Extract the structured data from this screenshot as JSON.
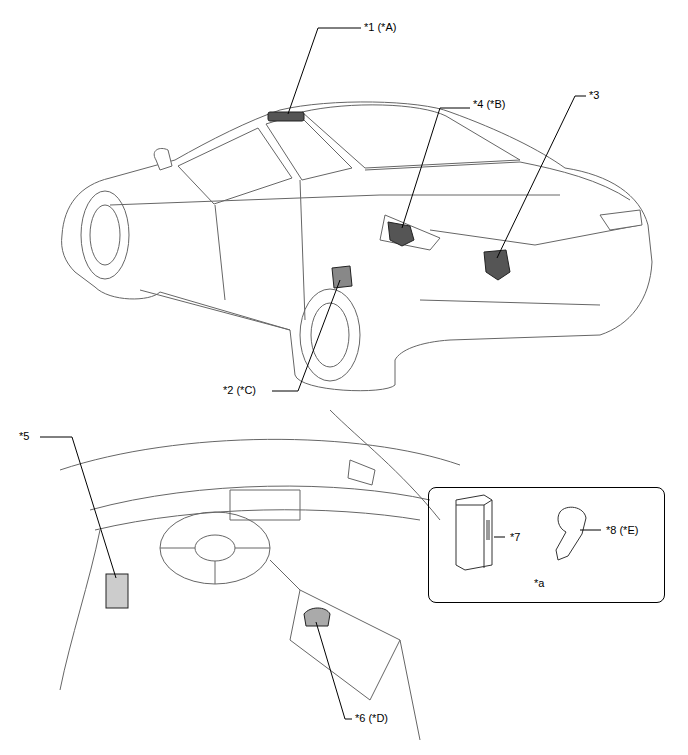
{
  "diagram": {
    "nodes": [
      {
        "text": [
          "*7",
          "*8 (*E)",
          "*a"
        ]
      }
    ],
    "labels": [
      "*1 (*A)",
      "*4 (*B)",
      "*3",
      "*2 (*C)",
      "*5",
      "*6 (*D)"
    ]
  }
}
